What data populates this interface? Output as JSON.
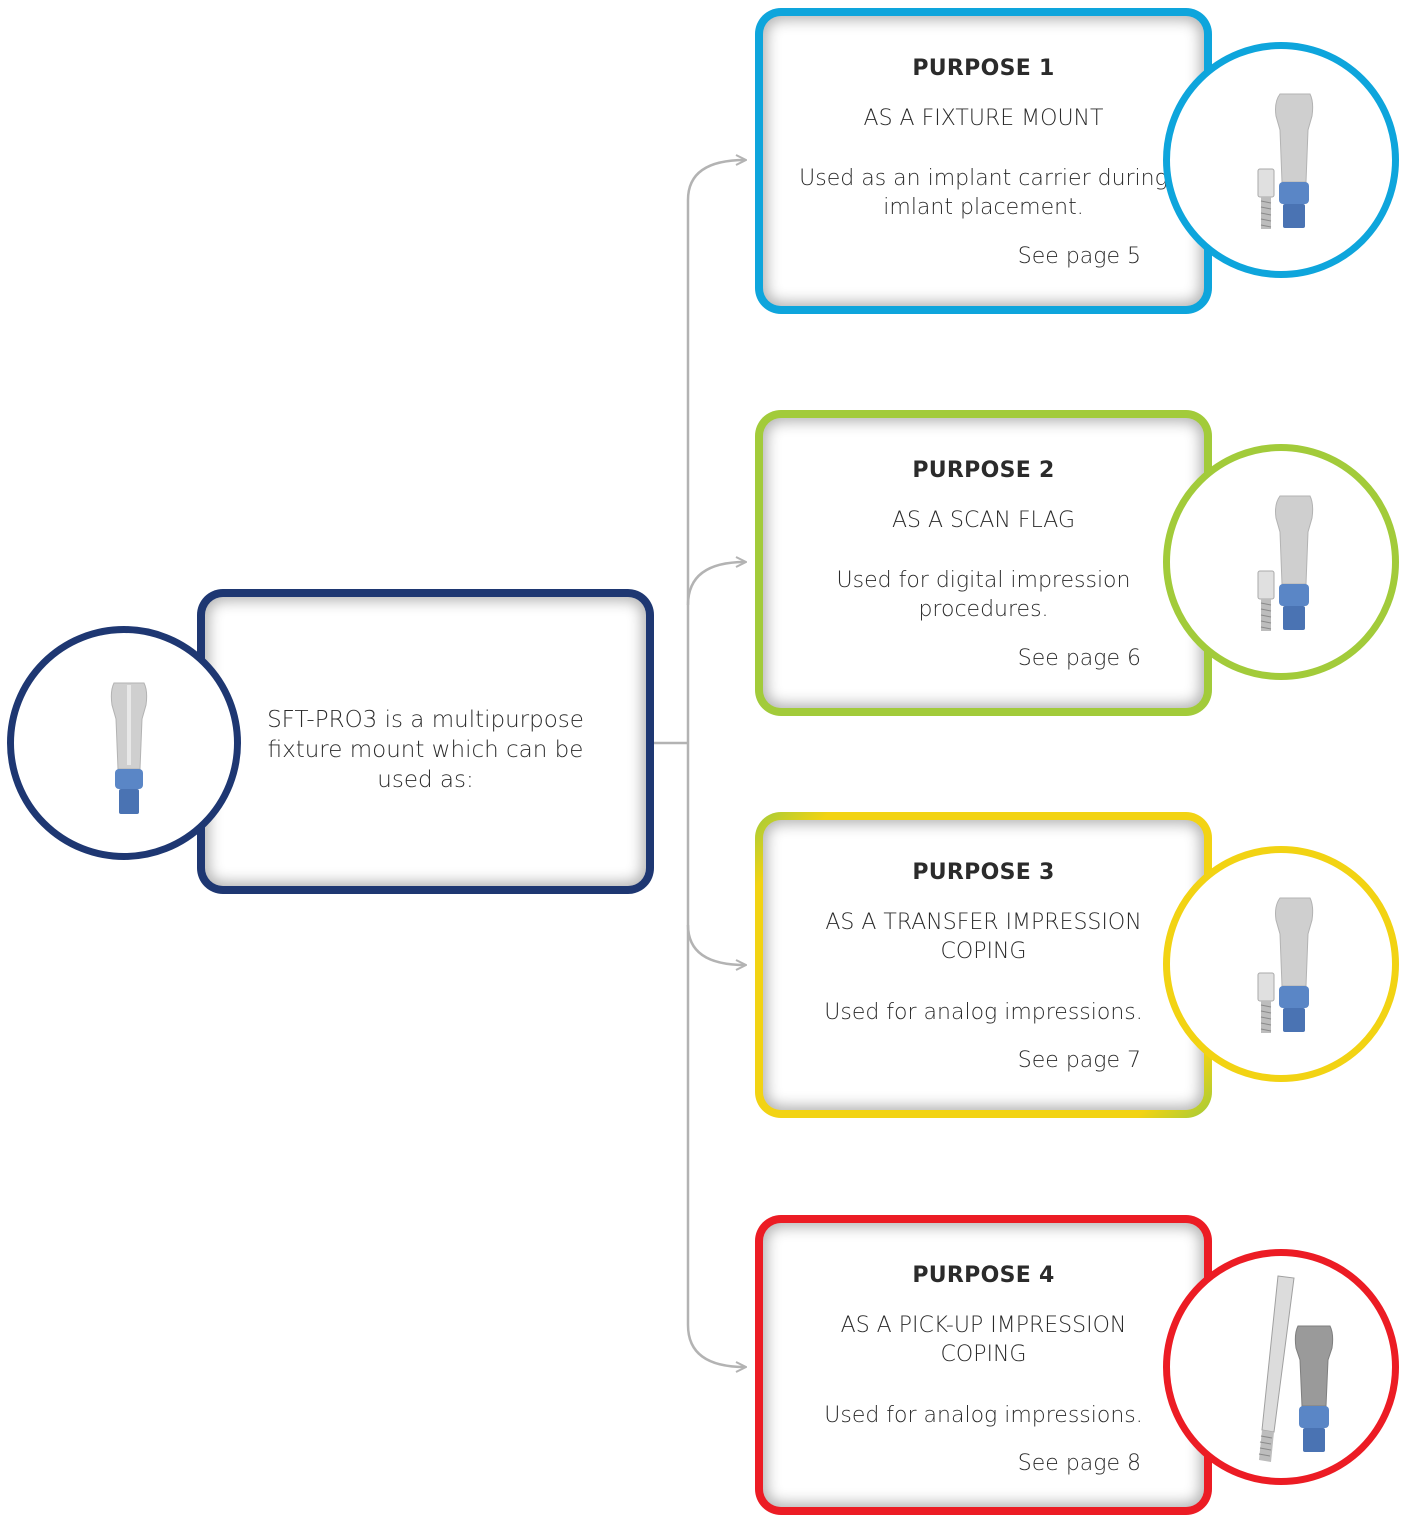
{
  "colors": {
    "main": "#1e3772",
    "purpose1": "#0ea5dc",
    "purpose2": "#a2cb3a",
    "purpose3": "#f2d313",
    "purpose4": "#ec1c24",
    "connector": "#b3b3b3"
  },
  "main": {
    "text": "SFT-PRO3 is a multipurpose fixture mount which can be used as:",
    "icon": "fixture-mount-icon"
  },
  "purposes": [
    {
      "heading": "PURPOSE 1",
      "title": "AS A FIXTURE MOUNT",
      "description": "Used as an implant carrier during imlant placement.",
      "see": "See page 5",
      "icon": "fixture-mount-with-screw-icon"
    },
    {
      "heading": "PURPOSE 2",
      "title": "AS A SCAN FLAG",
      "description": "Used for digital impression procedures.",
      "see": "See page 6",
      "icon": "fixture-mount-with-screw-icon"
    },
    {
      "heading": "PURPOSE 3",
      "title": "AS A TRANSFER IMPRESSION COPING",
      "description": "Used for analog impressions.",
      "see": "See page 7",
      "icon": "fixture-mount-with-screw-icon"
    },
    {
      "heading": "PURPOSE 4",
      "title": "AS A PICK-UP IMPRESSION COPING",
      "description": "Used for analog impressions.",
      "see": "See page 8",
      "icon": "fixture-mount-with-long-screw-icon"
    }
  ]
}
